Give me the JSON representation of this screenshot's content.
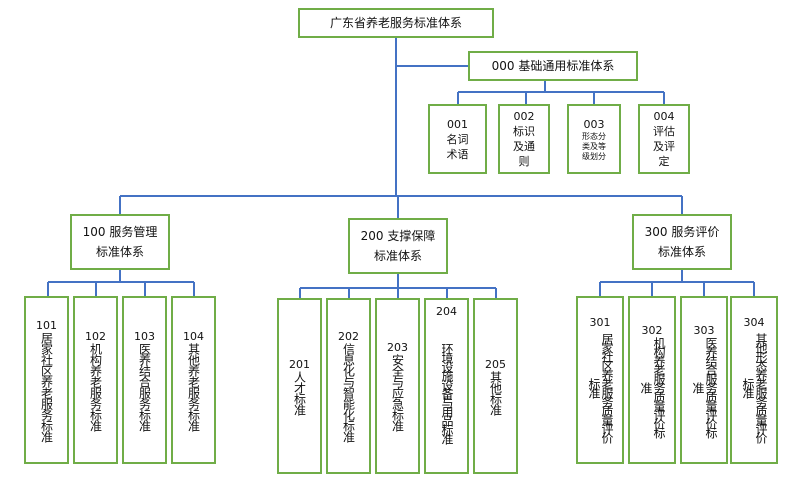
{
  "root": {
    "label": "广东省养老服务标准体系"
  },
  "base": {
    "label": "000 基础通用标准体系",
    "children": [
      {
        "code": "001",
        "text": "名词\n术语"
      },
      {
        "code": "002",
        "text": "标识\n及通\n则"
      },
      {
        "code": "003",
        "text": "形态分\n类及等\n级划分"
      },
      {
        "code": "004",
        "text": "评估\n及评\n定"
      }
    ]
  },
  "groups": [
    {
      "label": "100 服务管理\n标准体系",
      "children": [
        {
          "code": "101",
          "text": "居家社区养老服务标准"
        },
        {
          "code": "102",
          "text": "机构养老服务标准"
        },
        {
          "code": "103",
          "text": "医养结合服务标准"
        },
        {
          "code": "104",
          "text": "其他养老服务标准"
        }
      ]
    },
    {
      "label": "200 支撑保障\n标准体系",
      "children": [
        {
          "code": "201",
          "text": "人才标准"
        },
        {
          "code": "202",
          "text": "信息化与智能化标准"
        },
        {
          "code": "203",
          "text": "安全与应急标准"
        },
        {
          "code": "204",
          "text": "环境设施设备与用品标准"
        },
        {
          "code": "205",
          "text": "其他标准"
        }
      ]
    },
    {
      "label": "300 服务评价\n标准体系",
      "children": [
        {
          "code": "301",
          "text": "居家社区养老服务质量评价标准"
        },
        {
          "code": "302",
          "text": "机构养老服务质量评价标准"
        },
        {
          "code": "303",
          "text": "医养结合服务质量评价标准"
        },
        {
          "code": "304",
          "text": "其他形态养老服务质量评价标准"
        }
      ]
    }
  ],
  "colors": {
    "border": "#70ad47",
    "line": "#4472c4"
  }
}
